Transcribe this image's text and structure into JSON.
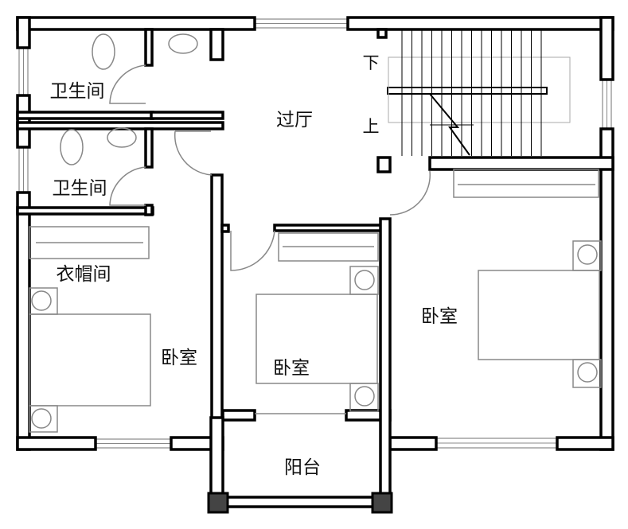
{
  "rooms": {
    "bathroom_top": "卫生间",
    "bathroom_bottom": "卫生间",
    "hall": "过厅",
    "stair_down": "下",
    "stair_up": "上",
    "closet": "衣帽间",
    "bedroom_left": "卧室",
    "bedroom_middle": "卧室",
    "bedroom_right": "卧室",
    "balcony": "阳台"
  }
}
